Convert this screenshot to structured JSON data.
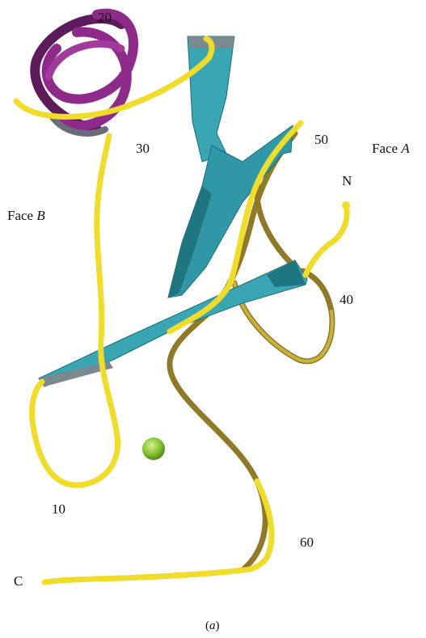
{
  "labels": {
    "residue_20": "20",
    "residue_30": "30",
    "residue_50": "50",
    "residue_40": "40",
    "residue_10": "10",
    "residue_60": "60",
    "n_terminus": "N",
    "c_terminus": "C",
    "face_a_prefix": "Face",
    "face_a_letter": "A",
    "face_b_prefix": "Face",
    "face_b_letter": "B",
    "panel_open": "(",
    "panel_letter": "a",
    "panel_close": ")"
  },
  "colors": {
    "helix": "#8e2a8a",
    "helix_dark": "#5e1b5c",
    "sheet": "#3aa6b4",
    "sheet_dark": "#1d6e7a",
    "sheet_edge": "#7a8a90",
    "coil": "#f0dc2a",
    "coil_shadow": "#8f7a2a",
    "ion": "#8fcf3c"
  },
  "icons": {
    "ion": "metal-ion-sphere"
  }
}
